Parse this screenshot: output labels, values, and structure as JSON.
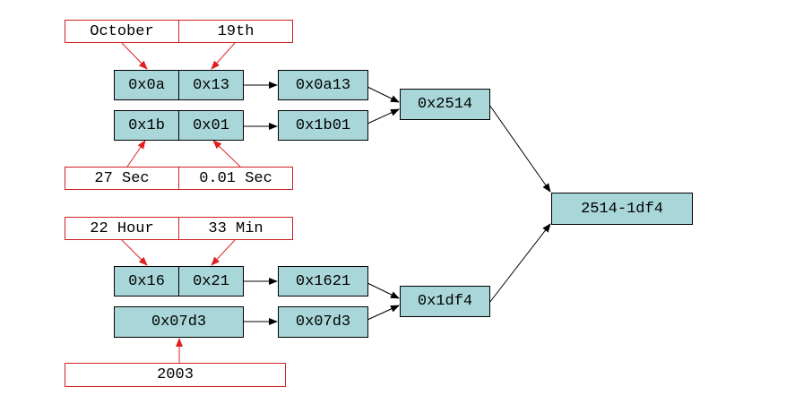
{
  "colors": {
    "red_box_border": "#d02020",
    "red_arrow": "#e02020",
    "teal_fill": "#a9d6d8",
    "black_arrow": "#000000"
  },
  "date_fields": {
    "month": "October",
    "day": "19th",
    "seconds": "27 Sec",
    "centiseconds": "0.01 Sec",
    "hour": "22 Hour",
    "minute": "33 Min",
    "year": "2003"
  },
  "hex_bytes": {
    "month_hex": "0x0a",
    "day_hex": "0x13",
    "seconds_hex": "0x1b",
    "centiseconds_hex": "0x01",
    "hour_hex": "0x16",
    "minute_hex": "0x21",
    "year_hex": "0x07d3"
  },
  "combined_words": {
    "month_day": "0x0a13",
    "seconds_cs": "0x1b01",
    "hour_minute": "0x1621",
    "year": "0x07d3"
  },
  "sums": {
    "first": "0x2514",
    "second": "0x1df4"
  },
  "serial": "2514-1df4"
}
